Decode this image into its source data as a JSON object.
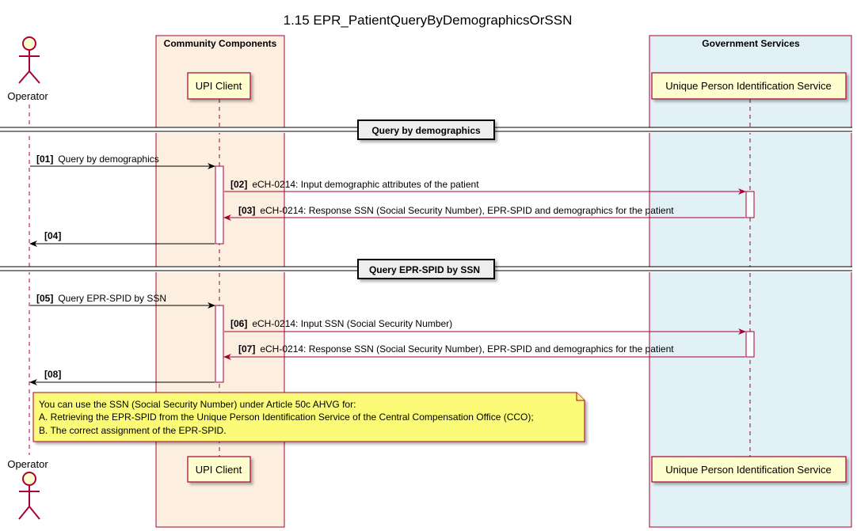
{
  "title": "1.15 EPR_PatientQueryByDemographicsOrSSN",
  "colors": {
    "community_box_fill": "#fdefe0",
    "government_box_fill": "#e2f1f6",
    "box_border": "#a80036",
    "participant_fill": "#fefece",
    "actor_fill": "#fefece",
    "arrow_internal": "#000000",
    "arrow_government": "#a80036",
    "note_fill": "#fbfb77"
  },
  "boxes": {
    "community": {
      "title": "Community Components"
    },
    "government": {
      "title": "Government Services"
    }
  },
  "participants": {
    "operator": {
      "label": "Operator"
    },
    "upi_client": {
      "label": "UPI Client"
    },
    "upi_service": {
      "label": "Unique Person Identification Service"
    }
  },
  "dividers": [
    {
      "label": "Query by demographics"
    },
    {
      "label": "Query EPR-SPID by SSN"
    }
  ],
  "messages": [
    {
      "num": "[01]",
      "text": "Query by demographics"
    },
    {
      "num": "[02]",
      "text": "eCH-0214:  Input demographic attributes of the patient"
    },
    {
      "num": "[03]",
      "text": "eCH-0214:  Response SSN (Social Security Number), EPR-SPID and demographics for the patient"
    },
    {
      "num": "[04]",
      "text": ""
    },
    {
      "num": "[05]",
      "text": "Query EPR-SPID by SSN"
    },
    {
      "num": "[06]",
      "text": "eCH-0214:  Input SSN (Social Security Number)"
    },
    {
      "num": "[07]",
      "text": "eCH-0214:  Response SSN (Social Security Number), EPR-SPID and demographics for the patient"
    },
    {
      "num": "[08]",
      "text": ""
    }
  ],
  "note": {
    "lines": [
      "You can use the SSN (Social Security Number) under Article 50c AHVG for:",
      "A. Retrieving the EPR-SPID from the Unique Person Identification Service of the Central Compensation Office (CCO);",
      "B. The correct assignment of the EPR-SPID."
    ]
  }
}
